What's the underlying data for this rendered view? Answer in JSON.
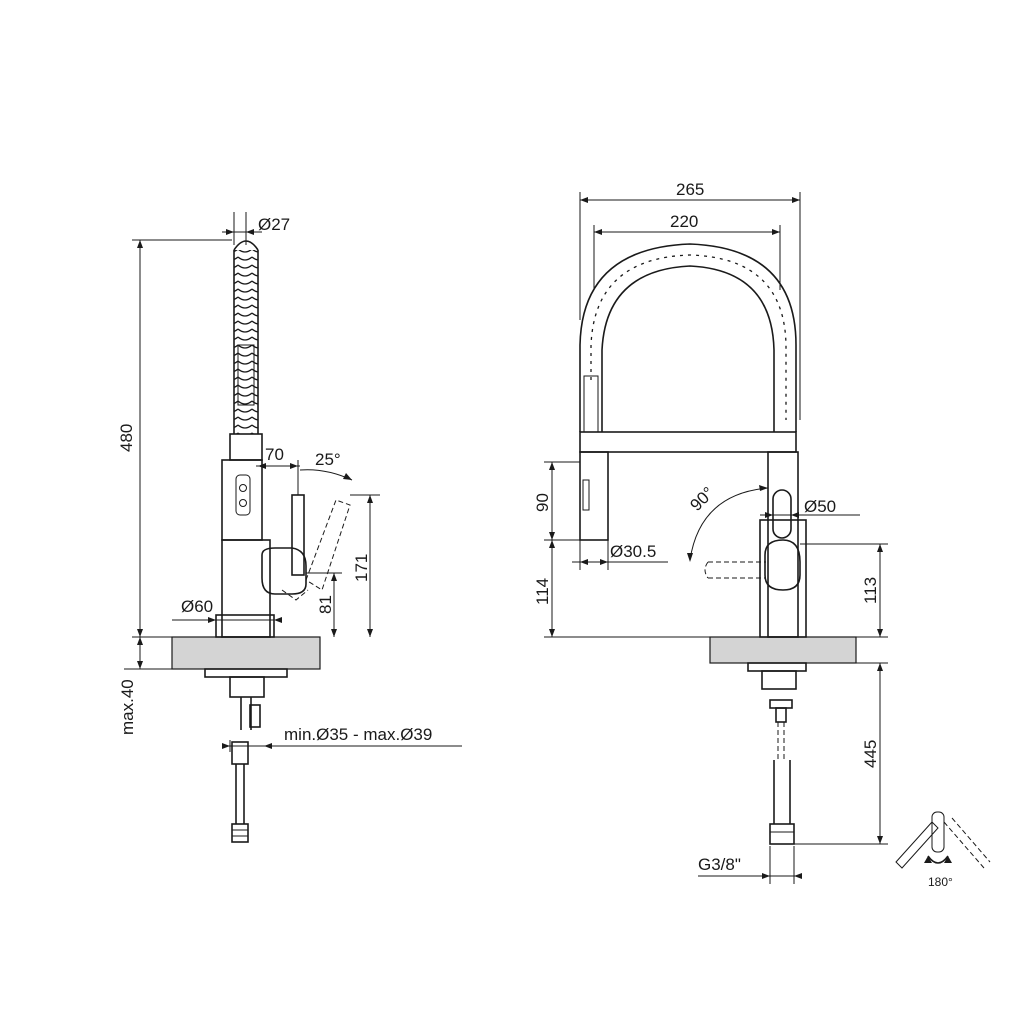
{
  "side_view": {
    "dims": {
      "hose_diameter": "Ø27",
      "total_height": "480",
      "lever_reach": "70",
      "lever_angle": "25°",
      "lever_height": "171",
      "lever_base_height": "81",
      "body_diameter": "Ø60",
      "max_thickness": "max.40",
      "hole_diameter": "min.Ø35 - max.Ø39"
    }
  },
  "front_view": {
    "dims": {
      "overall_width": "265",
      "coil_width": "220",
      "head_height": "90",
      "spout_height": "114",
      "head_diameter": "Ø30.5",
      "lever_rotation": "90°",
      "body_diameter": "Ø50",
      "body_height": "113",
      "hose_length": "445",
      "connection": "G3/8\""
    }
  },
  "rotation_icon": {
    "label": "180°"
  }
}
